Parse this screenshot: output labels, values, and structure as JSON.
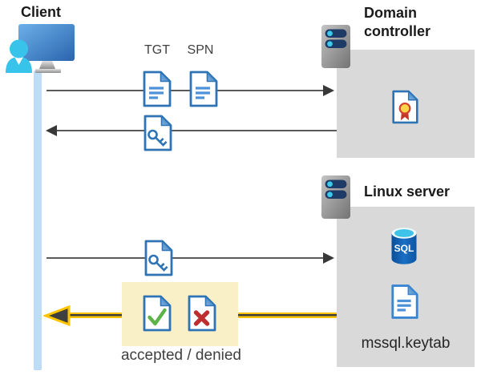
{
  "client": {
    "label": "Client"
  },
  "domain_controller": {
    "label": "Domain controller"
  },
  "linux_server": {
    "label": "Linux server",
    "sql_badge": "SQL",
    "keytab_label": "mssql.keytab"
  },
  "flow": {
    "tgt_label": "TGT",
    "spn_label": "SPN",
    "result_label": "accepted / denied"
  },
  "colors": {
    "doc_blue": "#2e74b5",
    "doc_line_blue": "#4e91d6",
    "panel_gray": "#d9d9d9",
    "timeline_blue": "#bddcf5",
    "arrow_gray": "#5a5a5a",
    "arrowhead_dark": "#383838",
    "highlight_yellow": "#faf0c8",
    "arrow_yellow": "#ffc400",
    "person_cyan": "#38c3ea",
    "check_green": "#5cb448",
    "cross_red": "#be2e2e",
    "cert_yellow": "#ffd54a",
    "cert_red": "#d2422e",
    "sql_blue": "#0f57a8",
    "sql_cyan": "#3fc3e8",
    "server_pill_navy": "#1e3a66"
  }
}
